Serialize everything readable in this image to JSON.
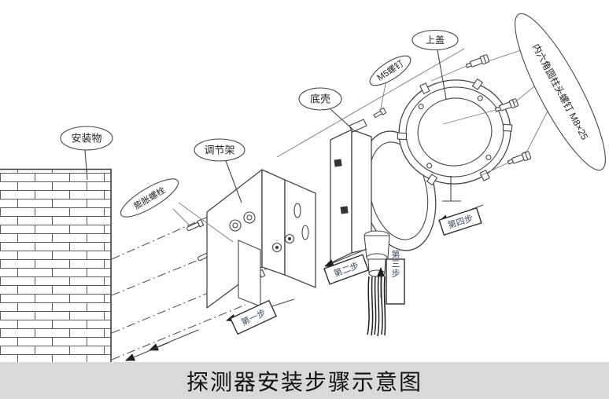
{
  "caption": "探测器安装步骤示意图",
  "labels": {
    "mounting_object": "安装物",
    "expansion_bolt": "膨胀螺栓",
    "adjust_bracket": "调节架",
    "bottom_shell": "底壳",
    "m5_screw": "M5螺钉",
    "top_cover": "上盖",
    "hex_socket_screw": "内六角圆柱头螺钉 M8×25"
  },
  "steps": {
    "one": "第一步",
    "two": "第二步",
    "three": "第三步",
    "four": "第四步"
  },
  "colors": {
    "line": "#454545",
    "step_text": "#3c4a66",
    "caption_bg": "#d9d9d9",
    "caption_text": "#111111"
  }
}
